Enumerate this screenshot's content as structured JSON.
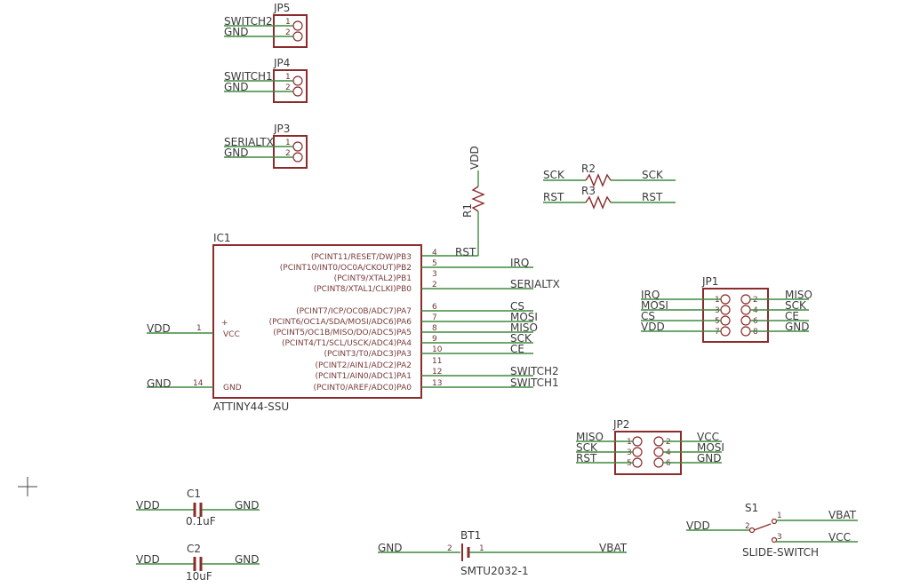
{
  "jp5": {
    "name": "JP5",
    "pins": [
      "1",
      "2"
    ],
    "nets": [
      "SWITCH2",
      "GND"
    ]
  },
  "jp4": {
    "name": "JP4",
    "pins": [
      "1",
      "2"
    ],
    "nets": [
      "SWITCH1",
      "GND"
    ]
  },
  "jp3": {
    "name": "JP3",
    "pins": [
      "1",
      "2"
    ],
    "nets": [
      "SERIALTX",
      "GND"
    ]
  },
  "r1": {
    "name": "R1",
    "top_net": "VDD",
    "bottom_net": "RST"
  },
  "r2": {
    "name": "R2",
    "left_net": "SCK",
    "right_net": "SCK"
  },
  "r3": {
    "name": "R3",
    "left_net": "RST",
    "right_net": "RST"
  },
  "ic1": {
    "name": "IC1",
    "value": "ATTINY44-SSU",
    "plus": "+",
    "vcc_label": "VCC",
    "gnd_label": "GND",
    "vcc_pin": "1",
    "gnd_pin": "14",
    "vcc_net": "VDD",
    "gnd_net": "GND",
    "right_pins": [
      {
        "label": "(PCINT11/RESET/DW)PB3",
        "num": "4",
        "net": ""
      },
      {
        "label": "(PCINT10/INT0/OC0A/CKOUT)PB2",
        "num": "5",
        "net": "IRQ"
      },
      {
        "label": "(PCINT9/XTAL2)PB1",
        "num": "3",
        "net": ""
      },
      {
        "label": "(PCINT8/XTAL1/CLKI)PB0",
        "num": "2",
        "net": "SERIALTX"
      },
      {
        "label": "(PCINT7/ICP/OC0B/ADC7)PA7",
        "num": "6",
        "net": "CS"
      },
      {
        "label": "(PCINT6/OC1A/SDA/MOSI/ADC6)PA6",
        "num": "7",
        "net": "MOSI"
      },
      {
        "label": "(PCINT5/OC1B/MISO/DO/ADC5)PA5",
        "num": "8",
        "net": "MISO"
      },
      {
        "label": "(PCINT4/T1/SCL/USCK/ADC4)PA4",
        "num": "9",
        "net": "SCK"
      },
      {
        "label": "(PCINT3/T0/ADC3)PA3",
        "num": "10",
        "net": "CE"
      },
      {
        "label": "(PCINT2/AIN1/ADC2)PA2",
        "num": "11",
        "net": ""
      },
      {
        "label": "(PCINT1/AIN0/ADC1)PA1",
        "num": "12",
        "net": "SWITCH2"
      },
      {
        "label": "(PCINT0/AREF/ADC0)PA0",
        "num": "13",
        "net": "SWITCH1"
      }
    ]
  },
  "jp1": {
    "name": "JP1",
    "rows": [
      {
        "ln": "IRQ",
        "lp": "1",
        "rp": "2",
        "rn": "MISO"
      },
      {
        "ln": "MOSI",
        "lp": "3",
        "rp": "4",
        "rn": "SCK"
      },
      {
        "ln": "CS",
        "lp": "5",
        "rp": "6",
        "rn": "CE"
      },
      {
        "ln": "VDD",
        "lp": "7",
        "rp": "8",
        "rn": "GND"
      }
    ]
  },
  "jp2": {
    "name": "JP2",
    "rows": [
      {
        "ln": "MISO",
        "lp": "1",
        "rp": "2",
        "rn": "VCC"
      },
      {
        "ln": "SCK",
        "lp": "3",
        "rp": "4",
        "rn": "MOSI"
      },
      {
        "ln": "RST",
        "lp": "5",
        "rp": "6",
        "rn": "GND"
      }
    ]
  },
  "c1": {
    "name": "C1",
    "value": "0.1uF",
    "left_net": "VDD",
    "right_net": "GND"
  },
  "c2": {
    "name": "C2",
    "value": "10uF",
    "left_net": "VDD",
    "right_net": "GND"
  },
  "bt1": {
    "name": "BT1",
    "value": "SMTU2032-1",
    "left_pin": "2",
    "right_pin": "1",
    "left_net": "GND",
    "right_net": "VBAT"
  },
  "s1": {
    "name": "S1",
    "value": "SLIDE-SWITCH",
    "pin_common": "2",
    "pin1": "1",
    "pin3": "3",
    "left_net": "VDD",
    "net1": "VBAT",
    "net3": "VCC"
  },
  "colors": {
    "wire": "#3f8a3f",
    "symbol": "#8b2b2b",
    "text": "#3a3a3a"
  }
}
